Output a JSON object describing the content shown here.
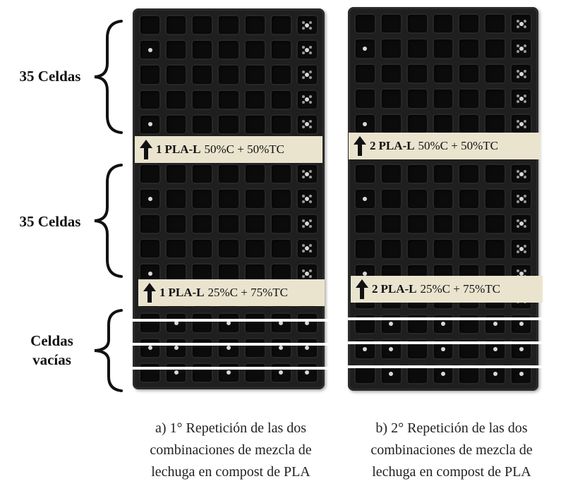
{
  "side_labels": {
    "group_1": "35 Celdas",
    "group_2": "35 Celdas",
    "empty_line_1": "Celdas",
    "empty_line_2": "vacías"
  },
  "trays": [
    {
      "band_top": {
        "number": "1",
        "material": "PLA-L",
        "mix": "50%C + 50%TC"
      },
      "band_bottom": {
        "number": "1",
        "material": "PLA-L",
        "mix": "25%C + 75%TC"
      },
      "caption_lines": [
        "a) 1° Repetición de las dos",
        "combinaciones de mezcla de",
        "lechuga en compost de PLA"
      ]
    },
    {
      "band_top": {
        "number": "2",
        "material": "PLA-L",
        "mix": "50%C + 50%TC"
      },
      "band_bottom": {
        "number": "2",
        "material": "PLA-L",
        "mix": "25%C + 75%TC"
      },
      "caption_lines": [
        "b) 2° Repetición de las dos",
        "combinaciones de mezcla de",
        "lechuga en compost de PLA"
      ]
    }
  ],
  "colors": {
    "tray": "#1f1f1f",
    "label_band": "#eae4cf",
    "separator": "#ffffff"
  }
}
